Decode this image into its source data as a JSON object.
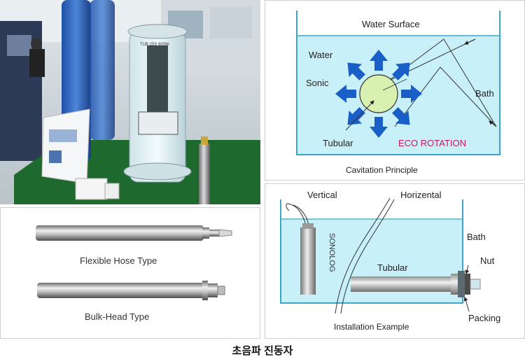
{
  "photo": {
    "sign_label": "TUB 25S 600W"
  },
  "cavitation": {
    "water_surface": "Water Surface",
    "water": "Water",
    "sonic": "Sonic",
    "bath": "Bath",
    "tubular": "Tubular",
    "eco_rotation": "ECO ROTATION",
    "caption": "Cavitation Principle",
    "colors": {
      "water": "#c8f0f8",
      "tube": "#d8f0b0",
      "arrow": "#1a5fc8",
      "eco": "#c0185a"
    }
  },
  "tubes": {
    "flexible_label": "Flexible Hose Type",
    "bulkhead_label": "Bulk-Head Type"
  },
  "installation": {
    "vertical": "Vertical",
    "horizontal": "Horizental",
    "bath": "Bath",
    "nut": "Nut",
    "tubular": "Tubular",
    "sonolog": "SONOLOG",
    "packing": "Packing",
    "caption": "Installation Example"
  },
  "caption": "초음파 진동자"
}
